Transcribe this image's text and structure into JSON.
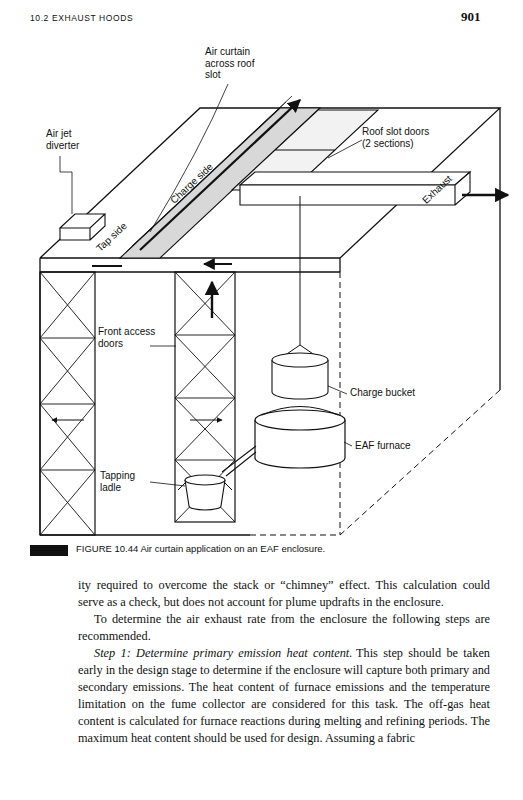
{
  "diagram": {
    "caption": "FIGURE 10.44 Air curtain application on an EAF enclosure.",
    "labels": [
      "10.2 EXHAUST HOODS",
      "901",
      "Air curtain across roof slot",
      "Roof slot doors (2 sections)",
      "Air jet diverter",
      "Charge side",
      "Tap side",
      "Exhaust",
      "Front access doors",
      "Charge bucket",
      "EAF furnace",
      "Tapping ladle",
      "ity required to overcome the stack or “chimney” effect. This calculation could serve as a check, but does not account for plume updrafts in the enclosure.",
      "To determine the air exhaust rate from the enclosure the following steps are recommended.",
      "Step 1: Determine primary emission heat content.",
      "This step should be taken early in the design stage to determine if the enclosure will capture both primary and secondary emissions. The heat content of furnace emissions and the temperature limitation on the fume collector are considered for this task. The off-gas heat content is calculated for furnace reactions during melting and refining periods. The maximum heat content should be used for design. Assuming a fabric"
    ]
  }
}
